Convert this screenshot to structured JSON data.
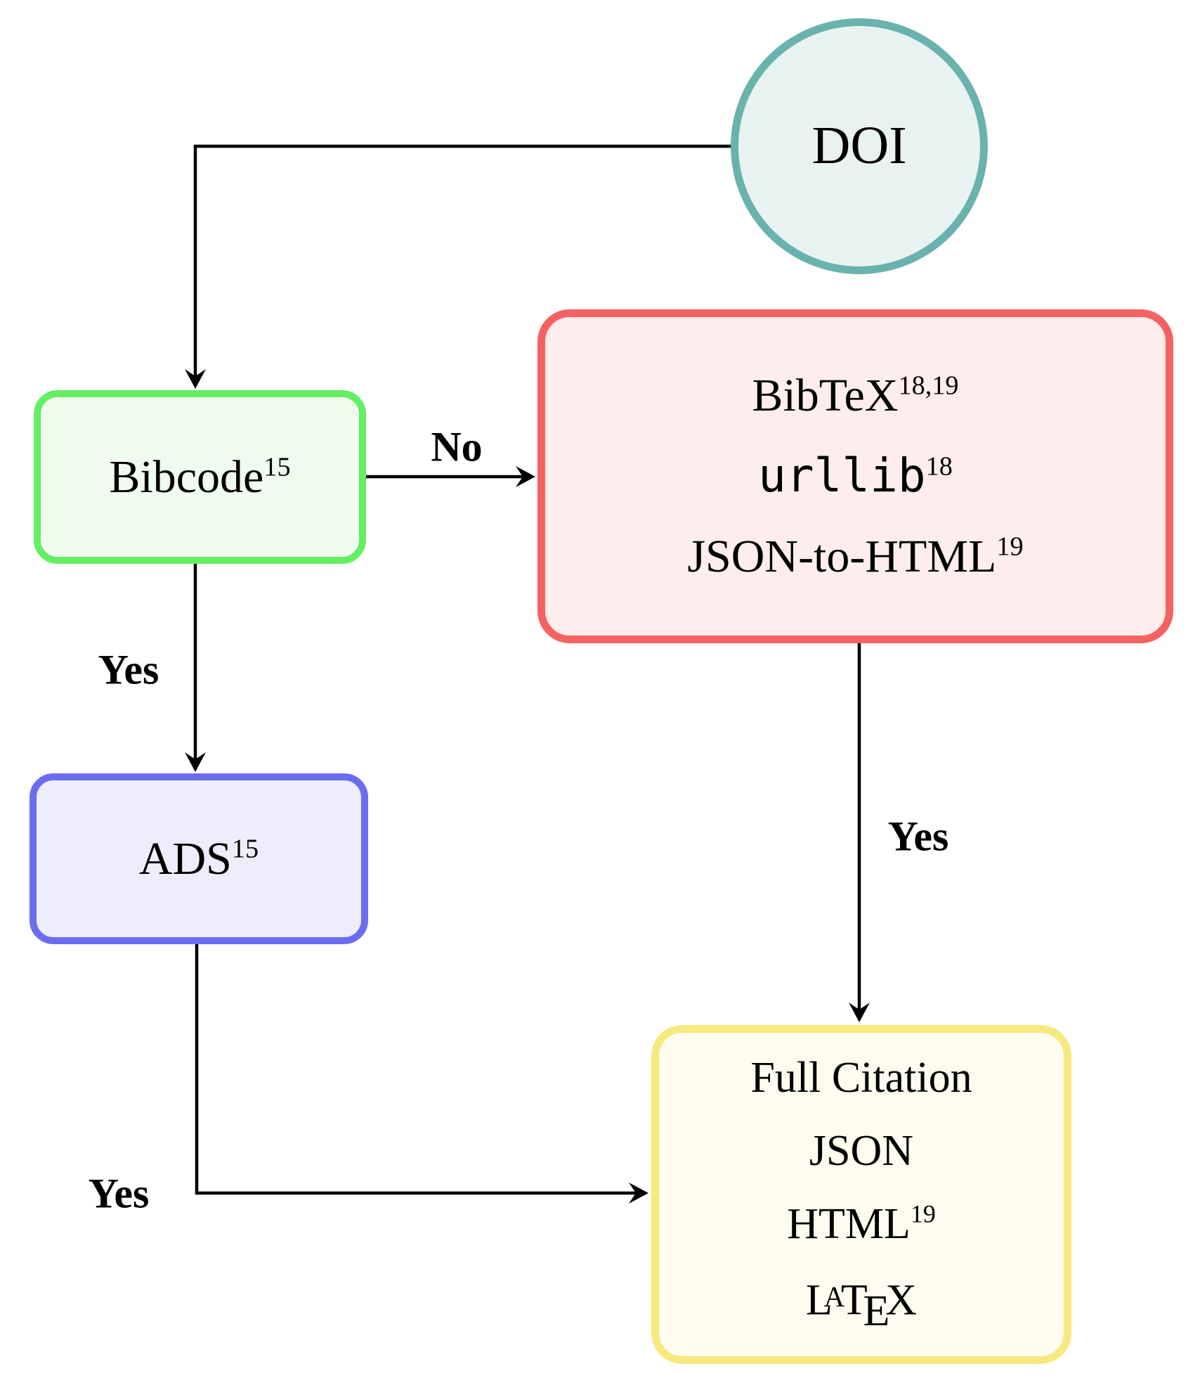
{
  "diagram": {
    "title": "DOI citation resolution flowchart",
    "colors": {
      "doi_border": "#6ab2ae",
      "doi_fill": "#e8f3f1",
      "bibcode_border": "#64ee64",
      "bibcode_fill": "#f0fbf0",
      "bibtex_border": "#f66262",
      "bibtex_fill": "#fdeded",
      "ads_border": "#6c6cf0",
      "ads_fill": "#ededfb",
      "output_border": "#f7e97e",
      "output_fill": "#fdfcee",
      "edge": "#000000"
    },
    "nodes": {
      "doi": {
        "label": "DOI"
      },
      "bibcode": {
        "text": "Bibcode",
        "sup": "15"
      },
      "bibtex": {
        "lines": [
          {
            "text": "BibTeX",
            "sup": "18,19"
          },
          {
            "text": "urllib",
            "sup": "18"
          },
          {
            "text": "JSON-to-HTML",
            "sup": "19"
          }
        ]
      },
      "ads": {
        "text": "ADS",
        "sup": "15"
      },
      "output": {
        "lines": [
          {
            "text": "Full Citation"
          },
          {
            "text": "JSON"
          },
          {
            "text": "HTML",
            "sup": "19"
          }
        ],
        "latex": {
          "l": "L",
          "a": "A",
          "t": "T",
          "e": "E",
          "x": "X"
        }
      }
    },
    "edges": {
      "no_label": "No",
      "yes_bibcode_ads": "Yes",
      "yes_bibtex_output": "Yes",
      "yes_ads_output": "Yes"
    }
  }
}
